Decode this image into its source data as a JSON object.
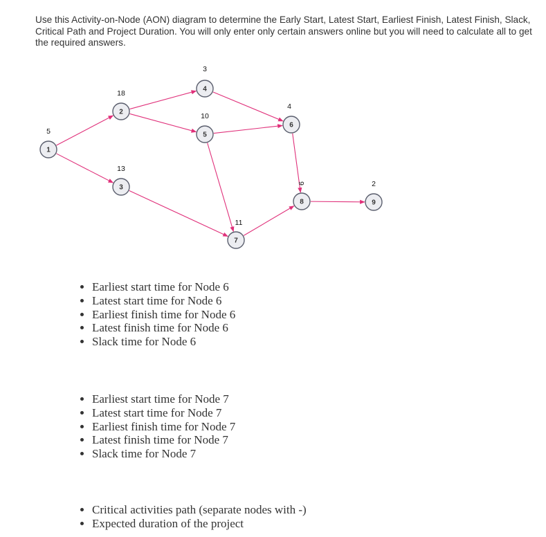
{
  "intro_text": "Use this Activity-on-Node (AON) diagram to determine the Early Start, Latest Start, Earliest Finish, Latest Finish, Slack, Critical Path and Project Duration.  You will only enter only certain answers online but you will need to calculate all to get the required answers.",
  "diagram": {
    "nodes": [
      {
        "id": "1",
        "duration": "5"
      },
      {
        "id": "2",
        "duration": "18"
      },
      {
        "id": "3",
        "duration": "13"
      },
      {
        "id": "4",
        "duration": "3"
      },
      {
        "id": "5",
        "duration": "10"
      },
      {
        "id": "6",
        "duration": "4"
      },
      {
        "id": "7",
        "duration": "11"
      },
      {
        "id": "8",
        "duration": "9"
      },
      {
        "id": "9",
        "duration": "2"
      }
    ],
    "edges": [
      [
        "1",
        "2"
      ],
      [
        "1",
        "3"
      ],
      [
        "2",
        "4"
      ],
      [
        "2",
        "5"
      ],
      [
        "4",
        "6"
      ],
      [
        "5",
        "6"
      ],
      [
        "5",
        "7"
      ],
      [
        "3",
        "7"
      ],
      [
        "6",
        "8"
      ],
      [
        "7",
        "8"
      ],
      [
        "8",
        "9"
      ]
    ],
    "colors": {
      "edge": "#e0307a",
      "node_fill": "#ecedf1",
      "node_stroke": "#5b5f6e"
    }
  },
  "questions_node6": [
    "Earliest start time for Node 6",
    "Latest start time for Node 6",
    "Earliest finish time for Node 6",
    "Latest finish time for Node 6",
    "Slack time for Node 6"
  ],
  "questions_node7": [
    "Earliest start time for Node 7",
    "Latest start time for Node 7",
    "Earliest finish time for Node 7",
    "Latest finish time for Node 7",
    "Slack time for Node 7"
  ],
  "questions_project": [
    "Critical activities path (separate nodes with -)",
    "Expected duration of the project"
  ]
}
